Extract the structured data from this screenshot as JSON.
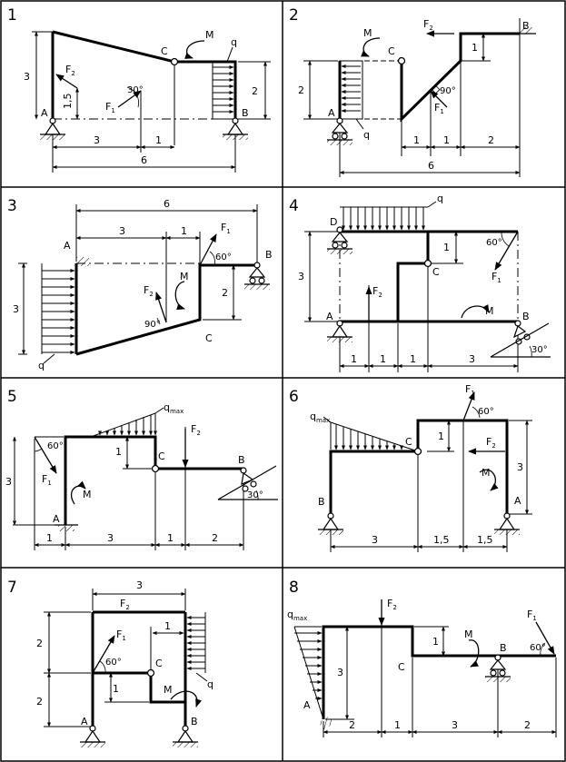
{
  "panels": [
    {
      "number": "1",
      "labels": {
        "A": "A",
        "B": "B",
        "C": "C",
        "M": "M",
        "q": "q",
        "F1": "F",
        "F1_sub": "1",
        "F2": "F",
        "F2_sub": "2"
      },
      "angles": [
        "30°"
      ],
      "dims": {
        "h3": "3",
        "h15": "1,5",
        "h2": "2",
        "w3": "3",
        "w1": "1",
        "w6": "6"
      }
    },
    {
      "number": "2",
      "labels": {
        "A": "A",
        "B": "B",
        "C": "C",
        "M": "M",
        "q": "q",
        "F1": "F",
        "F1_sub": "1",
        "F2": "F",
        "F2_sub": "2"
      },
      "angles": [
        "90°"
      ],
      "dims": {
        "h2": "2",
        "h1": "1",
        "w1a": "1",
        "w1b": "1",
        "w2": "2",
        "w6": "6"
      }
    },
    {
      "number": "3",
      "labels": {
        "A": "A",
        "B": "B",
        "C": "C",
        "M": "M",
        "q": "q",
        "F1": "F",
        "F1_sub": "1",
        "F2": "F",
        "F2_sub": "2"
      },
      "angles": [
        "60°",
        "90°"
      ],
      "dims": {
        "w6": "6",
        "w3": "3",
        "w1": "1",
        "h3": "3",
        "h2": "2"
      }
    },
    {
      "number": "4",
      "labels": {
        "A": "A",
        "B": "B",
        "C": "C",
        "D": "D",
        "M": "M",
        "q": "q",
        "F1": "F",
        "F1_sub": "1",
        "F2": "F",
        "F2_sub": "2"
      },
      "angles": [
        "60°",
        "30°"
      ],
      "dims": {
        "h3": "3",
        "h1": "1",
        "w1a": "1",
        "w1b": "1",
        "w1c": "1",
        "w3": "3"
      }
    },
    {
      "number": "5",
      "labels": {
        "A": "A",
        "B": "B",
        "C": "C",
        "M": "M",
        "qmax": "q",
        "qmax_sub": "max",
        "F1": "F",
        "F1_sub": "1",
        "F2": "F",
        "F2_sub": "2"
      },
      "angles": [
        "60°",
        "30°"
      ],
      "dims": {
        "h3": "3",
        "h1": "1",
        "w1a": "1",
        "w3": "3",
        "w1b": "1",
        "w2": "2"
      }
    },
    {
      "number": "6",
      "labels": {
        "A": "A",
        "B": "B",
        "C": "C",
        "M": "M",
        "qmax": "q",
        "qmax_sub": "max",
        "F1": "F",
        "F1_sub": "1",
        "F2": "F",
        "F2_sub": "2"
      },
      "angles": [
        "60°"
      ],
      "dims": {
        "h1": "1",
        "h3": "3",
        "w3": "3",
        "w15a": "1,5",
        "w15b": "1,5"
      }
    },
    {
      "number": "7",
      "labels": {
        "A": "A",
        "B": "B",
        "C": "C",
        "M": "M",
        "q": "q",
        "F1": "F",
        "F1_sub": "1",
        "F2": "F",
        "F2_sub": "2"
      },
      "angles": [
        "60°"
      ],
      "dims": {
        "w3": "3",
        "h2a": "2",
        "h2b": "2",
        "w1": "1",
        "h1": "1"
      }
    },
    {
      "number": "8",
      "labels": {
        "A": "A",
        "B": "B",
        "C": "C",
        "M": "M",
        "qmax": "q",
        "qmax_sub": "max",
        "F1": "F",
        "F1_sub": "1",
        "F2": "F",
        "F2_sub": "2"
      },
      "angles": [
        "60°"
      ],
      "dims": {
        "h3": "3",
        "h1": "1",
        "w2a": "2",
        "w1": "1",
        "w3": "3",
        "w2b": "2"
      }
    }
  ]
}
